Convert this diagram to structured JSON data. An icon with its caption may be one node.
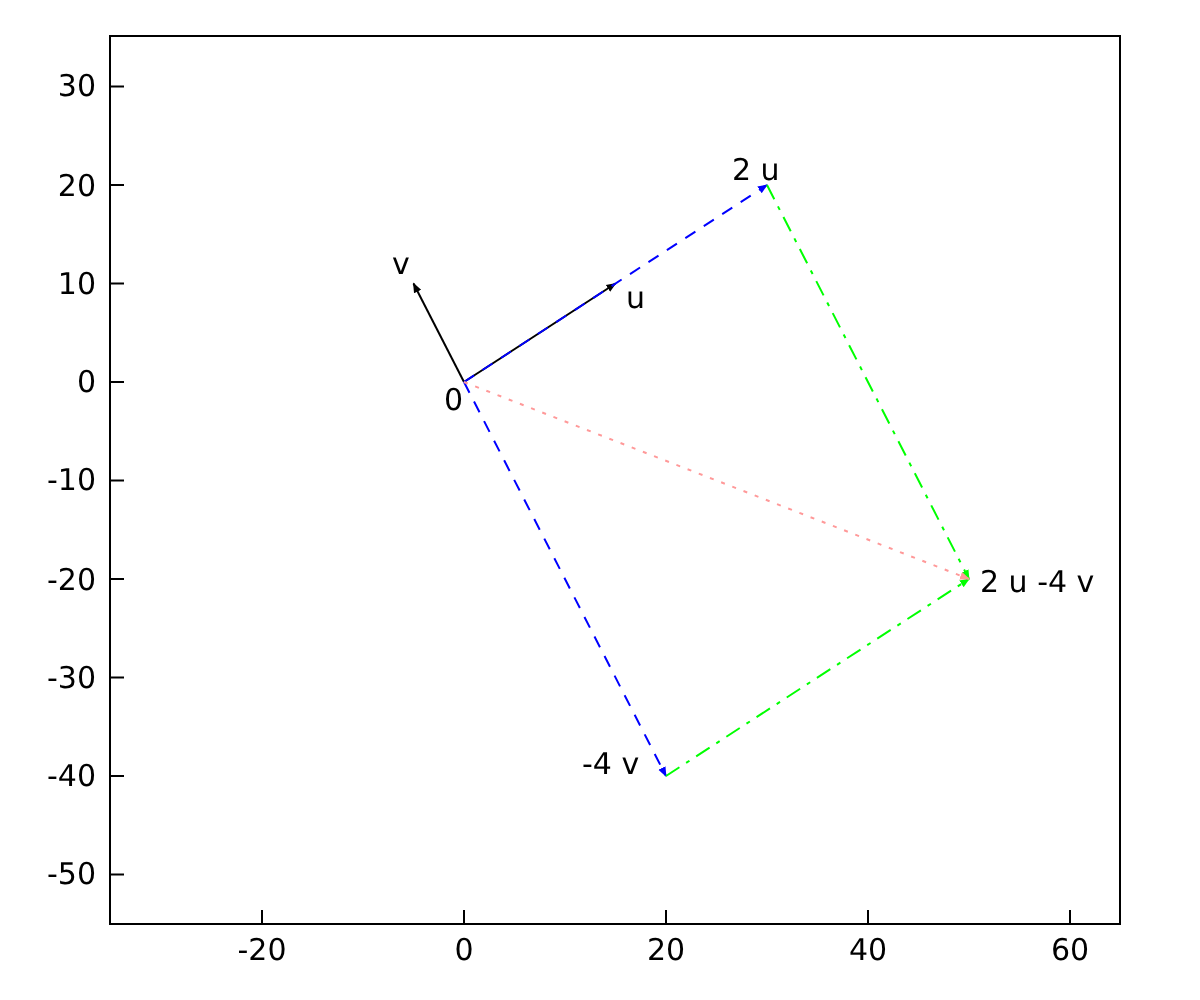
{
  "diagram": {
    "nodes": [
      {
        "text": [
          "v"
        ]
      },
      {
        "text": [
          "u"
        ]
      },
      {
        "text": [
          "2 u"
        ]
      },
      {
        "text": [
          "0"
        ]
      },
      {
        "text": [
          "2 u -4 v"
        ]
      },
      {
        "text": [
          "-4 v"
        ]
      }
    ],
    "edges": [
      {
        "from": 3,
        "to": 1,
        "arrow": "to"
      },
      {
        "from": 3,
        "to": 0,
        "arrow": "to"
      },
      {
        "from": 3,
        "to": 2,
        "arrow": "to",
        "style": "dashed",
        "color": "#0000ff"
      },
      {
        "from": 3,
        "to": 5,
        "arrow": "to",
        "style": "dashed",
        "color": "#0000ff"
      },
      {
        "from": 2,
        "to": 4,
        "arrow": "to",
        "style": "dashed",
        "color": "#00ff00"
      },
      {
        "from": 5,
        "to": 4,
        "arrow": "to",
        "style": "dashed",
        "color": "#00ff00"
      },
      {
        "from": 3,
        "to": 4,
        "arrow": "to",
        "style": "dashed",
        "color": "#ff9999"
      }
    ],
    "labels": [
      "30",
      "20",
      "10",
      "0",
      "-10",
      "-20",
      "-30",
      "-40",
      "-50",
      "-20",
      "0",
      "20",
      "40",
      "60"
    ]
  }
}
